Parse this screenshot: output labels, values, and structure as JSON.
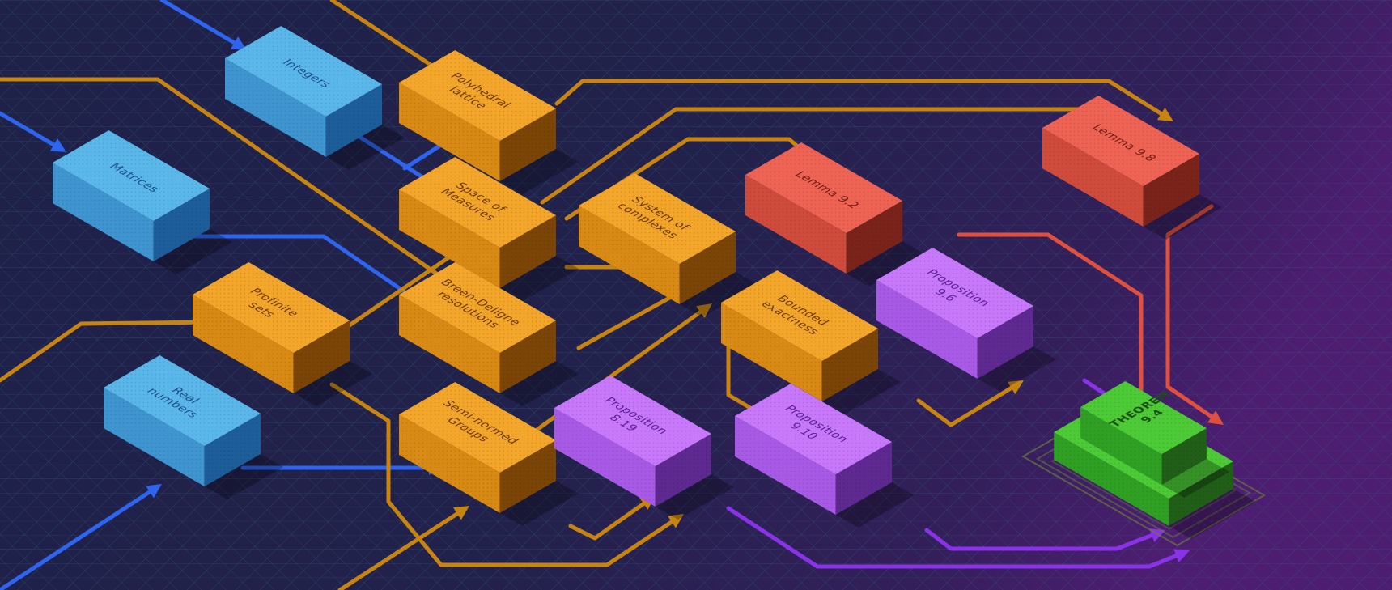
{
  "palette": {
    "background": "#1d1f45",
    "grid": "#2f7a86",
    "blue_edge": "#2f64ef",
    "orange_edge": "#c88410",
    "red_edge": "#e0503f",
    "purple_edge": "#8a32e8",
    "blue_block": [
      "#7fd0f8",
      "#5ab7ea",
      "#3f95d0",
      "#1d5d9a"
    ],
    "orange_block": [
      "#fbbd4a",
      "#f3a629",
      "#d88a14",
      "#7a4506"
    ],
    "red_block": [
      "#fa7e72",
      "#ee6353",
      "#cf4b3c",
      "#7a231b"
    ],
    "purple_block": [
      "#dd9cff",
      "#c878fb",
      "#a85ae6",
      "#5e2a91"
    ],
    "green_block": [
      "#6fdf57",
      "#4ccb36",
      "#2fa024",
      "#215f18"
    ]
  },
  "nodes": [
    {
      "id": "integers",
      "lines": [
        "Integers"
      ],
      "color": "blue"
    },
    {
      "id": "matrices",
      "lines": [
        "Matrices"
      ],
      "color": "blue"
    },
    {
      "id": "real-numbers",
      "lines": [
        "Real",
        "numbers"
      ],
      "color": "blue"
    },
    {
      "id": "polyhedral-lattice",
      "lines": [
        "Polyhedral",
        "lattice"
      ],
      "color": "orange"
    },
    {
      "id": "space-of-measures",
      "lines": [
        "Space of",
        "Measures"
      ],
      "color": "orange"
    },
    {
      "id": "profinite-sets",
      "lines": [
        "Profinite",
        "sets"
      ],
      "color": "orange"
    },
    {
      "id": "breen-deligne-resolutions",
      "lines": [
        "Breen-Deligne",
        "resolutions"
      ],
      "color": "orange"
    },
    {
      "id": "semi-normed-groups",
      "lines": [
        "Semi-normed",
        "Groups"
      ],
      "color": "orange"
    },
    {
      "id": "system-of-complexes",
      "lines": [
        "System of",
        "complexes"
      ],
      "color": "orange"
    },
    {
      "id": "bounded-exactness",
      "lines": [
        "Bounded",
        "exactness"
      ],
      "color": "orange"
    },
    {
      "id": "lemma-9-2",
      "lines": [
        "Lemma 9.2"
      ],
      "color": "red"
    },
    {
      "id": "lemma-9-8",
      "lines": [
        "Lemma 9.8"
      ],
      "color": "red"
    },
    {
      "id": "proposition-9-6",
      "lines": [
        "Proposition",
        "9.6"
      ],
      "color": "purple"
    },
    {
      "id": "proposition-8-19",
      "lines": [
        "Proposition",
        "8.19"
      ],
      "color": "purple"
    },
    {
      "id": "proposition-9-10",
      "lines": [
        "Proposition",
        "9.10"
      ],
      "color": "purple"
    },
    {
      "id": "theorem-9-4",
      "lines": [
        "THEOREM",
        "9.4"
      ],
      "color": "green"
    }
  ],
  "edges": [
    {
      "from": "",
      "to": "integers",
      "color": "blue"
    },
    {
      "from": "",
      "to": "matrices",
      "color": "blue"
    },
    {
      "from": "",
      "to": "real-numbers",
      "color": "blue"
    },
    {
      "from": "",
      "to": "polyhedral-lattice",
      "color": "orange"
    },
    {
      "from": "",
      "to": "profinite-sets",
      "color": "orange"
    },
    {
      "from": "",
      "to": "breen-deligne-resolutions",
      "color": "orange"
    },
    {
      "from": "",
      "to": "semi-normed-groups",
      "color": "orange"
    },
    {
      "from": "integers",
      "to": "polyhedral-lattice",
      "color": "blue"
    },
    {
      "from": "integers",
      "to": "space-of-measures",
      "color": "blue"
    },
    {
      "from": "matrices",
      "to": "breen-deligne-resolutions",
      "color": "blue"
    },
    {
      "from": "real-numbers",
      "to": "semi-normed-groups",
      "color": "blue"
    },
    {
      "from": "profinite-sets",
      "to": "space-of-measures",
      "color": "orange"
    },
    {
      "from": "profinite-sets",
      "to": "proposition-8-19",
      "color": "orange"
    },
    {
      "from": "polyhedral-lattice",
      "to": "lemma-9-8",
      "color": "orange"
    },
    {
      "from": "space-of-measures",
      "to": "lemma-9-8",
      "color": "orange"
    },
    {
      "from": "space-of-measures",
      "to": "lemma-9-2",
      "color": "orange"
    },
    {
      "from": "space-of-measures",
      "to": "system-of-complexes",
      "color": "orange"
    },
    {
      "from": "breen-deligne-resolutions",
      "to": "system-of-complexes",
      "color": "orange"
    },
    {
      "from": "semi-normed-groups",
      "to": "system-of-complexes",
      "color": "orange"
    },
    {
      "from": "semi-normed-groups",
      "to": "proposition-8-19",
      "color": "orange"
    },
    {
      "from": "system-of-complexes",
      "to": "bounded-exactness",
      "color": "orange"
    },
    {
      "from": "system-of-complexes",
      "to": "proposition-9-10",
      "color": "orange"
    },
    {
      "from": "bounded-exactness",
      "to": "proposition-9-6",
      "color": "orange"
    },
    {
      "from": "lemma-9-2",
      "to": "theorem-9-4",
      "color": "red"
    },
    {
      "from": "lemma-9-8",
      "to": "theorem-9-4",
      "color": "red"
    },
    {
      "from": "proposition-9-6",
      "to": "theorem-9-4",
      "color": "purple"
    },
    {
      "from": "proposition-9-10",
      "to": "theorem-9-4",
      "color": "purple"
    },
    {
      "from": "proposition-8-19",
      "to": "theorem-9-4",
      "color": "purple"
    }
  ]
}
